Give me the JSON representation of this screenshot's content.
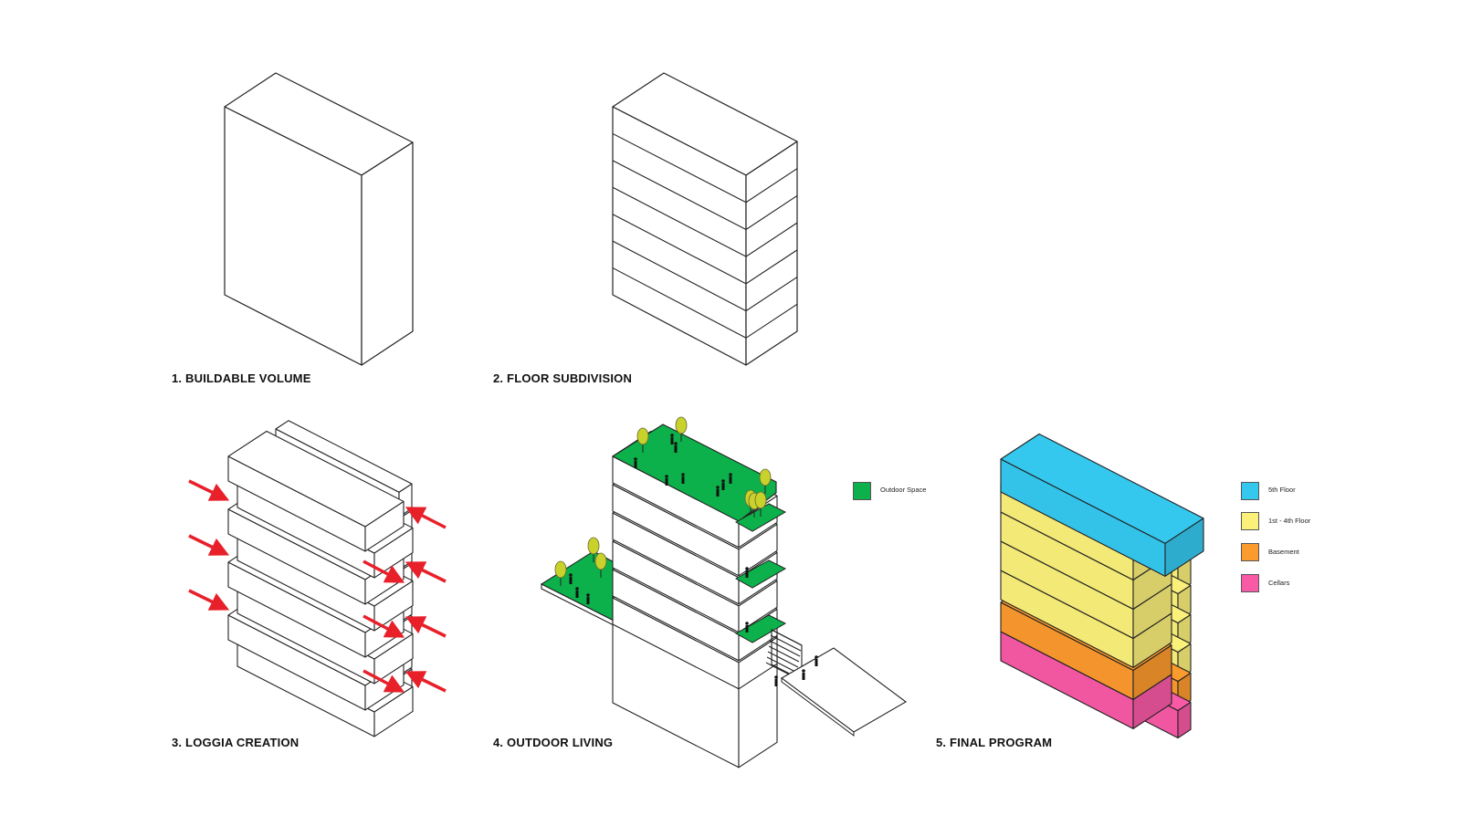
{
  "captions": {
    "step1": "1. BUILDABLE VOLUME",
    "step2": "2. FLOOR SUBDIVISION",
    "step3": "3. LOGGIA CREATION",
    "step4": "4. OUTDOOR LIVING",
    "step5": "5. FINAL PROGRAM"
  },
  "legend_outdoor": {
    "label": "Outdoor Space",
    "color": "#0db14b"
  },
  "legend_program": [
    {
      "label": "5th Floor",
      "color": "#35c8ef"
    },
    {
      "label": "1st - 4th Floor",
      "color": "#faf07a"
    },
    {
      "label": "Basement",
      "color": "#fb9a2d"
    },
    {
      "label": "Cellars",
      "color": "#f85aa6"
    }
  ],
  "colors": {
    "arrow": "#e8202a",
    "tree": "#c9d22a",
    "outline": "#222222"
  }
}
